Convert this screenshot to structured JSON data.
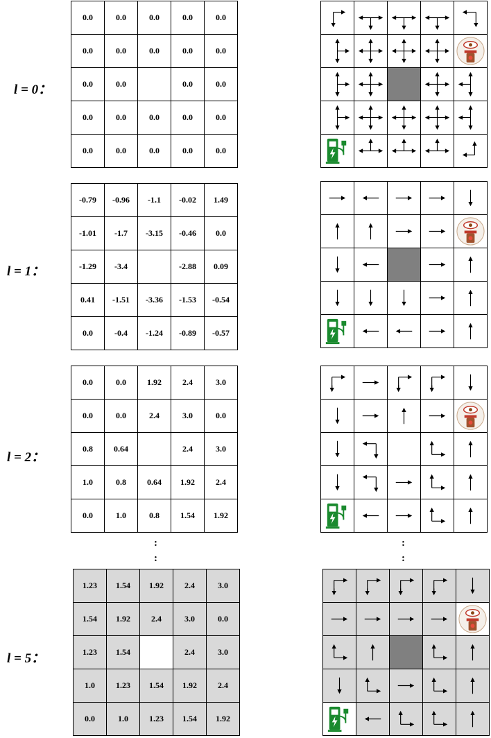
{
  "rows": [
    {
      "label": "l = 0：",
      "values": [
        [
          "0.0",
          "0.0",
          "0.0",
          "0.0",
          "0.0"
        ],
        [
          "0.0",
          "0.0",
          "0.0",
          "0.0",
          "0.0"
        ],
        [
          "0.0",
          "0.0",
          "",
          "0.0",
          "0.0"
        ],
        [
          "0.0",
          "0.0",
          "0.0",
          "0.0",
          "0.0"
        ],
        [
          "0.0",
          "0.0",
          "0.0",
          "0.0",
          "0.0"
        ]
      ],
      "policy": [
        [
          "DR",
          "LRD",
          "LRD",
          "LRD",
          "LD"
        ],
        [
          "UDR",
          "UDLR",
          "UDLR",
          "UDLR",
          "target"
        ],
        [
          "UDR",
          "UDLR",
          "obstacle",
          "UDLR",
          "UDL"
        ],
        [
          "UDR",
          "UDLR",
          "UDLR",
          "UDLR",
          "UDL"
        ],
        [
          "charger",
          "ULR",
          "ULR",
          "ULR",
          "UL"
        ]
      ]
    },
    {
      "label": "l = 1：",
      "values": [
        [
          "-0.79",
          "-0.96",
          "-1.1",
          "-0.02",
          "1.49"
        ],
        [
          "-1.01",
          "-1.7",
          "-3.15",
          "-0.46",
          "0.0"
        ],
        [
          "-1.29",
          "-3.4",
          "",
          "-2.88",
          "0.09"
        ],
        [
          "0.41",
          "-1.51",
          "-3.36",
          "-1.53",
          "-0.54"
        ],
        [
          "0.0",
          "-0.4",
          "-1.24",
          "-0.89",
          "-0.57"
        ]
      ],
      "policy": [
        [
          "R",
          "L",
          "R",
          "R",
          "D"
        ],
        [
          "U",
          "U",
          "R",
          "R",
          "target"
        ],
        [
          "D",
          "L",
          "obstacle",
          "R",
          "U"
        ],
        [
          "D",
          "D",
          "D",
          "R",
          "U"
        ],
        [
          "charger",
          "L",
          "L",
          "R",
          "U"
        ]
      ]
    },
    {
      "label": "l = 2：",
      "values": [
        [
          "0.0",
          "0.0",
          "1.92",
          "2.4",
          "3.0"
        ],
        [
          "0.0",
          "0.0",
          "2.4",
          "3.0",
          "0.0"
        ],
        [
          "0.8",
          "0.64",
          "",
          "2.4",
          "3.0"
        ],
        [
          "1.0",
          "0.8",
          "0.64",
          "1.92",
          "2.4"
        ],
        [
          "0.0",
          "1.0",
          "0.8",
          "1.54",
          "1.92"
        ]
      ],
      "policy": [
        [
          "RD",
          "R",
          "RD",
          "RD",
          "D"
        ],
        [
          "D",
          "R",
          "U",
          "R",
          "target"
        ],
        [
          "D",
          "LD",
          "blank",
          "UR",
          "U"
        ],
        [
          "D",
          "LD",
          "R",
          "UR",
          "U"
        ],
        [
          "charger",
          "L",
          "R",
          "UR",
          "U"
        ]
      ]
    },
    {
      "label": "l = 5：",
      "values": [
        [
          "1.23",
          "1.54",
          "1.92",
          "2.4",
          "3.0"
        ],
        [
          "1.54",
          "1.92",
          "2.4",
          "3.0",
          "0.0"
        ],
        [
          "1.23",
          "1.54",
          "",
          "2.4",
          "3.0"
        ],
        [
          "1.0",
          "1.23",
          "1.54",
          "1.92",
          "2.4"
        ],
        [
          "0.0",
          "1.0",
          "1.23",
          "1.54",
          "1.92"
        ]
      ],
      "policy": [
        [
          "RD",
          "RD",
          "RD",
          "RD",
          "D"
        ],
        [
          "R",
          "R",
          "R",
          "R",
          "target"
        ],
        [
          "UR",
          "U",
          "obstacle",
          "UR",
          "U"
        ],
        [
          "D",
          "UR",
          "R",
          "UR",
          "U"
        ],
        [
          "charger",
          "L",
          "UR",
          "UR",
          "U"
        ]
      ]
    }
  ],
  "dots": ":\n:",
  "icons": {
    "charger": "charging-station-icon",
    "target": "target-icon"
  },
  "colors": {
    "charger": "#1a8a2e",
    "obstacle": "#808080",
    "shaded": "#d9d9d9"
  }
}
